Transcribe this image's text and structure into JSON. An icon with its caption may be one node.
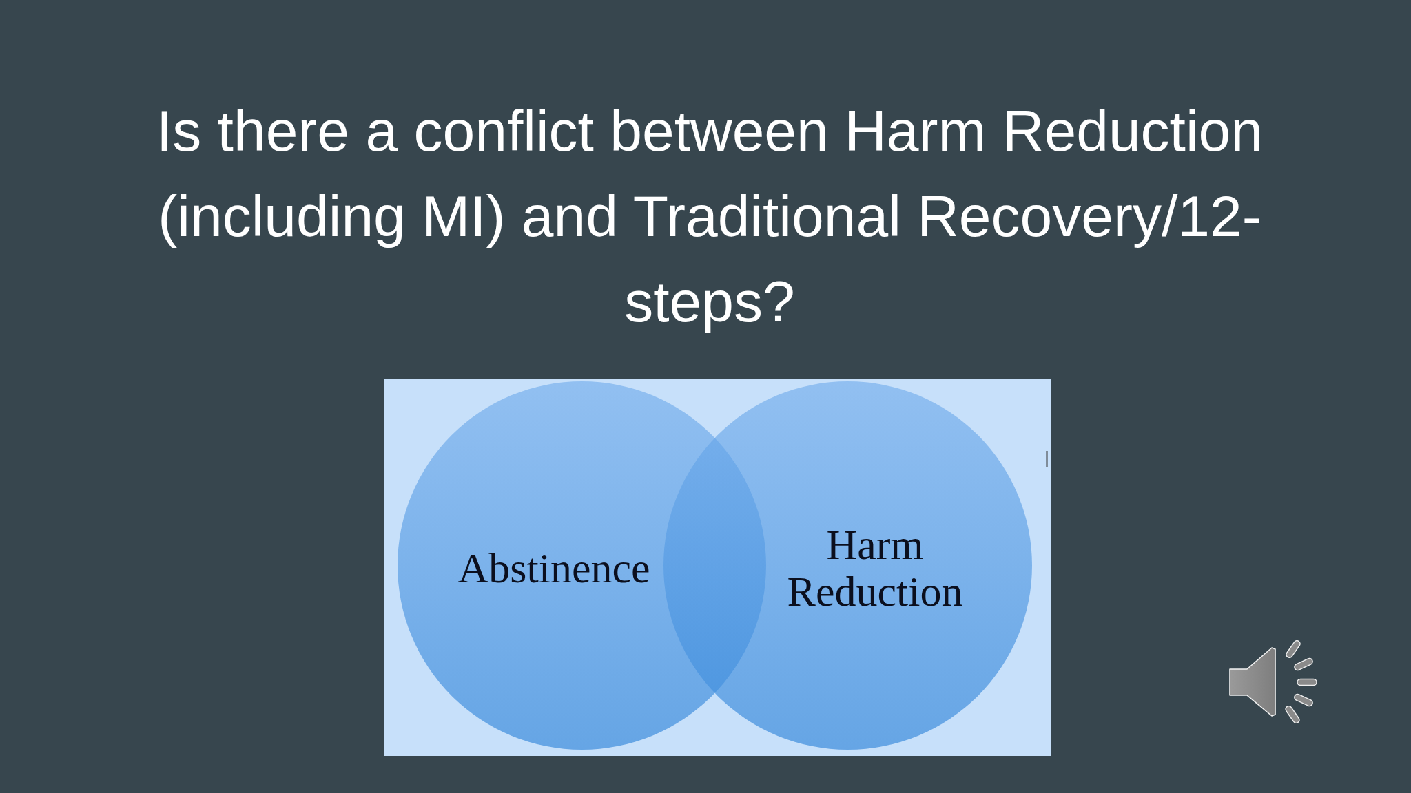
{
  "diagram": {
    "title": "Is there a conflict between Harm Reduction (including MI) and Traditional Recovery/12-steps?",
    "nodes": [
      {
        "text": [
          "Abstinence"
        ]
      },
      {
        "text": [
          "Harm Reduction"
        ]
      }
    ]
  }
}
